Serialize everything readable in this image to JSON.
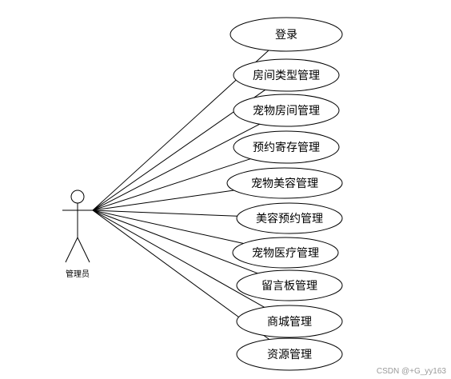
{
  "actor": {
    "label": "管理员"
  },
  "use_cases": [
    {
      "label": "登录"
    },
    {
      "label": "房间类型管理"
    },
    {
      "label": "宠物房间管理"
    },
    {
      "label": "预约寄存管理"
    },
    {
      "label": "宠物美容管理"
    },
    {
      "label": "美容预约管理"
    },
    {
      "label": "宠物医疗管理"
    },
    {
      "label": "留言板管理"
    },
    {
      "label": "商城管理"
    },
    {
      "label": "资源管理"
    }
  ],
  "watermark": "CSDN @+G_yy163",
  "colors": {
    "stroke": "#000000",
    "background": "#ffffff",
    "watermark": "#9a9a9a"
  }
}
